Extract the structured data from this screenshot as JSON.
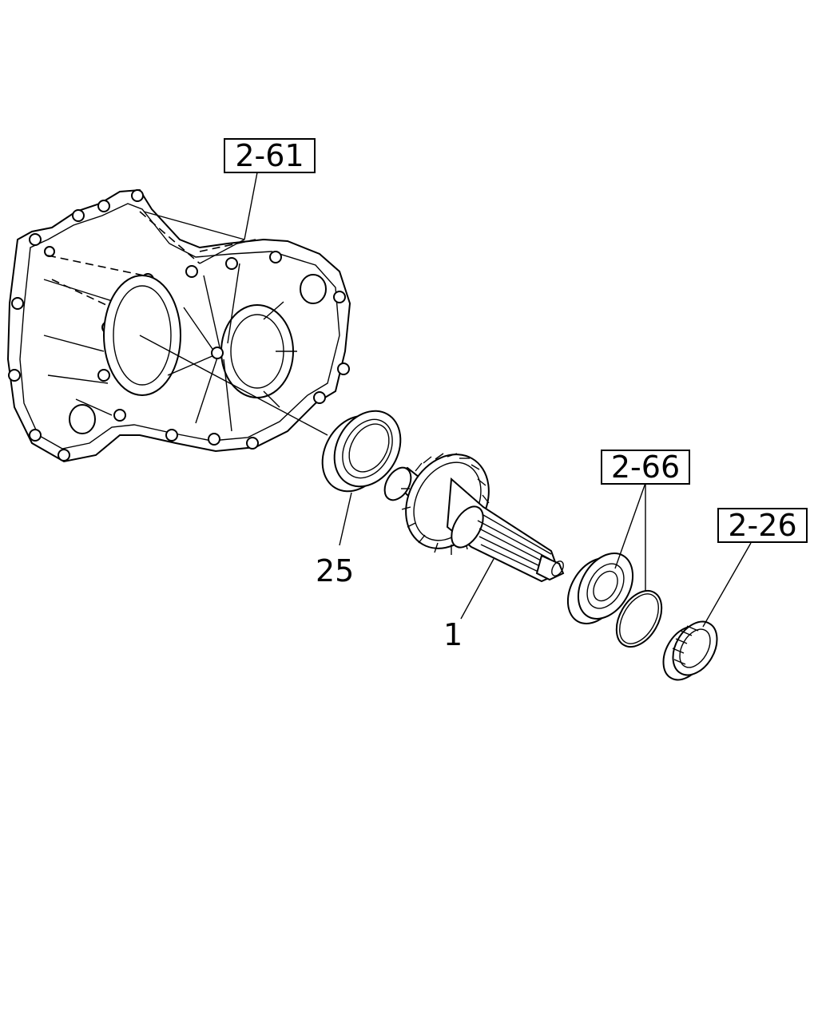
{
  "diagram": {
    "callouts": {
      "housing_ref": "2-61",
      "bearing_ref": "2-66",
      "needle_bearing_ref": "2-26",
      "seal_part": "25",
      "shaft_part": "1"
    }
  }
}
